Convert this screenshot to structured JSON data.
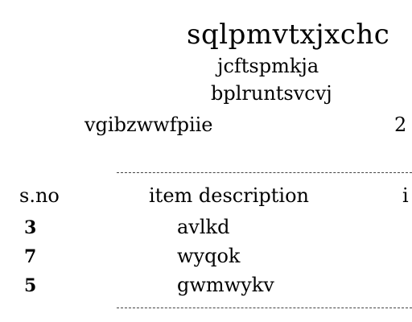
{
  "document": {
    "title": "sqlpmvtxjxchc",
    "subtitle_line_1": "jcftspmkja",
    "subtitle_line_2": "bplruntsvcvj",
    "info_left": "vgibzwwfpiie",
    "info_right": "2"
  },
  "table": {
    "headers": {
      "sno": "s.no",
      "description": "item description",
      "next": "i"
    },
    "rows": [
      {
        "sno": "3",
        "description": "avlkd"
      },
      {
        "sno": "7",
        "description": "wyqok"
      },
      {
        "sno": "5",
        "description": "gwmwykv"
      }
    ]
  }
}
